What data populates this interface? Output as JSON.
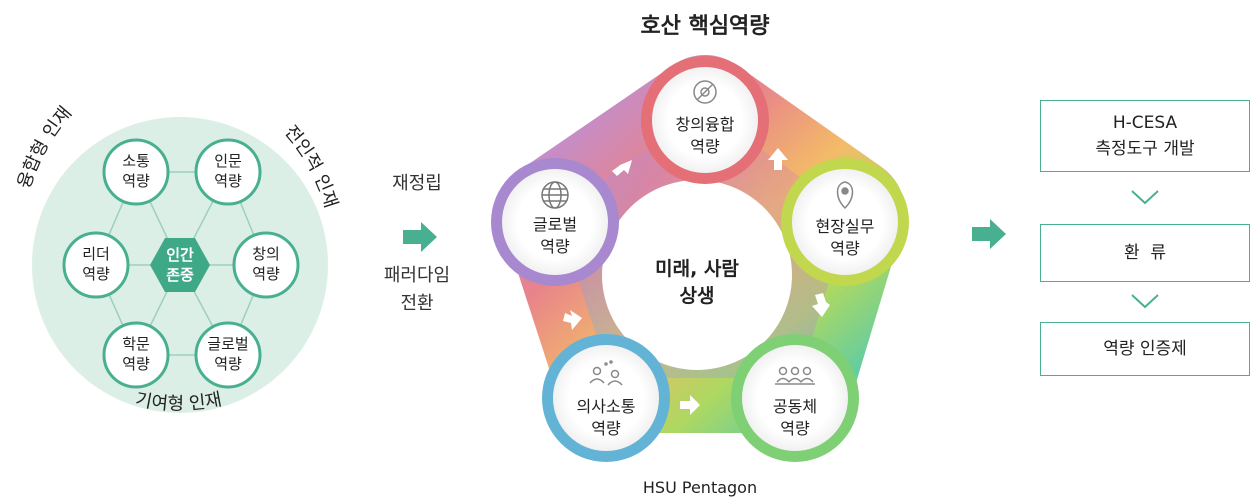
{
  "left": {
    "center": {
      "line1": "인간",
      "line2": "존중"
    },
    "nodes": [
      {
        "line1": "소통",
        "line2": "역량"
      },
      {
        "line1": "인문",
        "line2": "역량"
      },
      {
        "line1": "창의",
        "line2": "역량"
      },
      {
        "line1": "글로벌",
        "line2": "역량"
      },
      {
        "line1": "학문",
        "line2": "역량"
      },
      {
        "line1": "리더",
        "line2": "역량"
      }
    ],
    "arc_labels": {
      "top_left": "융합형 인재",
      "top_right": "전인적 인재",
      "bottom": "기여형 인재"
    }
  },
  "middle": {
    "top_label": "재정립",
    "bottom_label_line1": "패러다임",
    "bottom_label_line2": "전환"
  },
  "pentagon": {
    "title": "호산 핵심역량",
    "center_line1": "미래, 사람",
    "center_line2": "상생",
    "footer": "HSU Pentagon",
    "nodes": [
      {
        "line1": "창의융합",
        "line2": "역량",
        "icon": "gear-pencil-icon"
      },
      {
        "line1": "현장실무",
        "line2": "역량",
        "icon": "location-pin-icon"
      },
      {
        "line1": "공동체",
        "line2": "역량",
        "icon": "group-people-icon"
      },
      {
        "line1": "의사소통",
        "line2": "역량",
        "icon": "conversation-people-icon"
      },
      {
        "line1": "글로벌",
        "line2": "역량",
        "icon": "globe-icon"
      }
    ]
  },
  "flow": {
    "box1_line1": "H-CESA",
    "box1_line2": "측정도구 개발",
    "box2": "환  류",
    "box3": "역량 인증제"
  },
  "colors": {
    "teal": "#48b091",
    "hexagon": "#3fa886",
    "left_bg": "#dcefe6"
  }
}
